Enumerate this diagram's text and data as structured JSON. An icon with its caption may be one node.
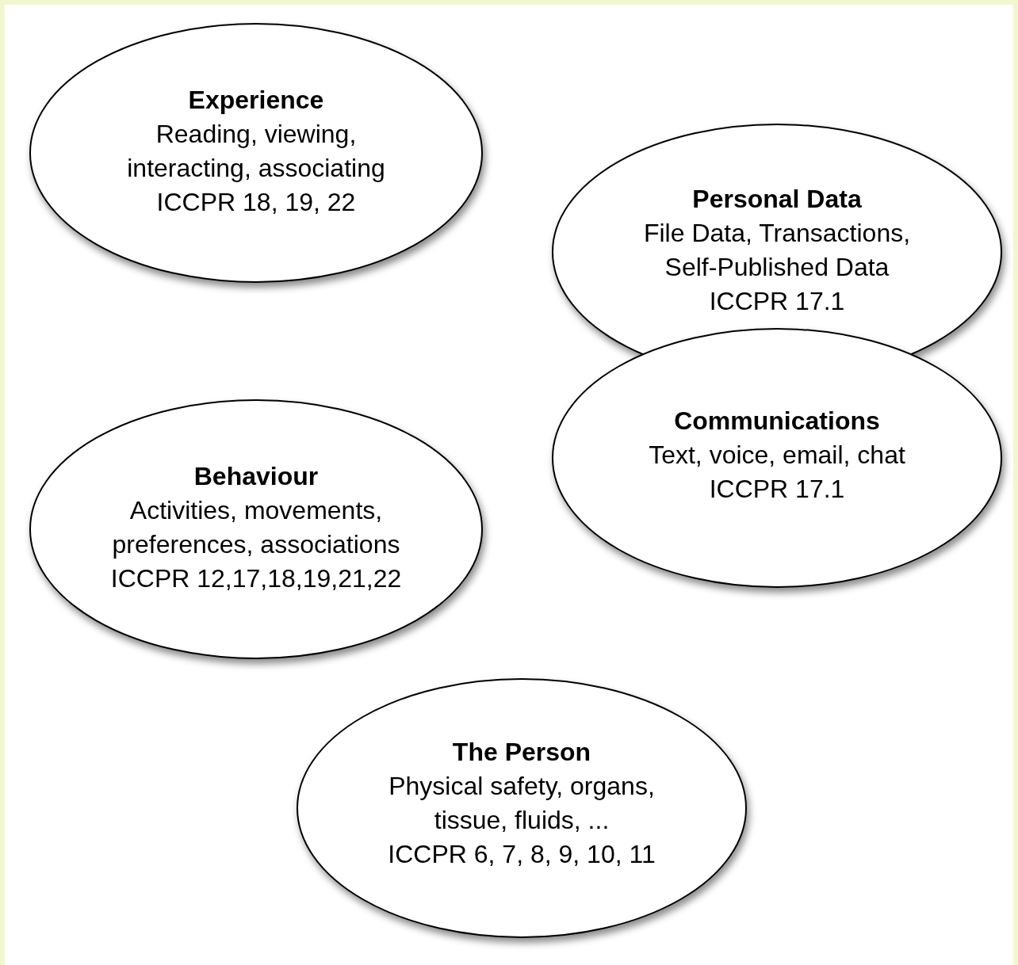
{
  "diagram": {
    "nodes": [
      {
        "text": [
          "Experience",
          "Reading, viewing, interacting, associating",
          "ICCPR 18, 19, 22"
        ]
      },
      {
        "text": [
          "Personal Data",
          "File Data, Transactions, Self-Published Data",
          "ICCPR 17.1"
        ]
      },
      {
        "text": [
          "Communications",
          "Text, voice, email, chat",
          "ICCPR 17.1"
        ]
      },
      {
        "text": [
          "Behaviour",
          "Activities, movements, preferences, associations",
          "ICCPR 12,17,18,19,21,22"
        ]
      },
      {
        "text": [
          "The Person",
          "Physical safety, organs, tissue, fluids, ...",
          "ICCPR 6, 7, 8, 9, 10, 11"
        ]
      }
    ]
  }
}
